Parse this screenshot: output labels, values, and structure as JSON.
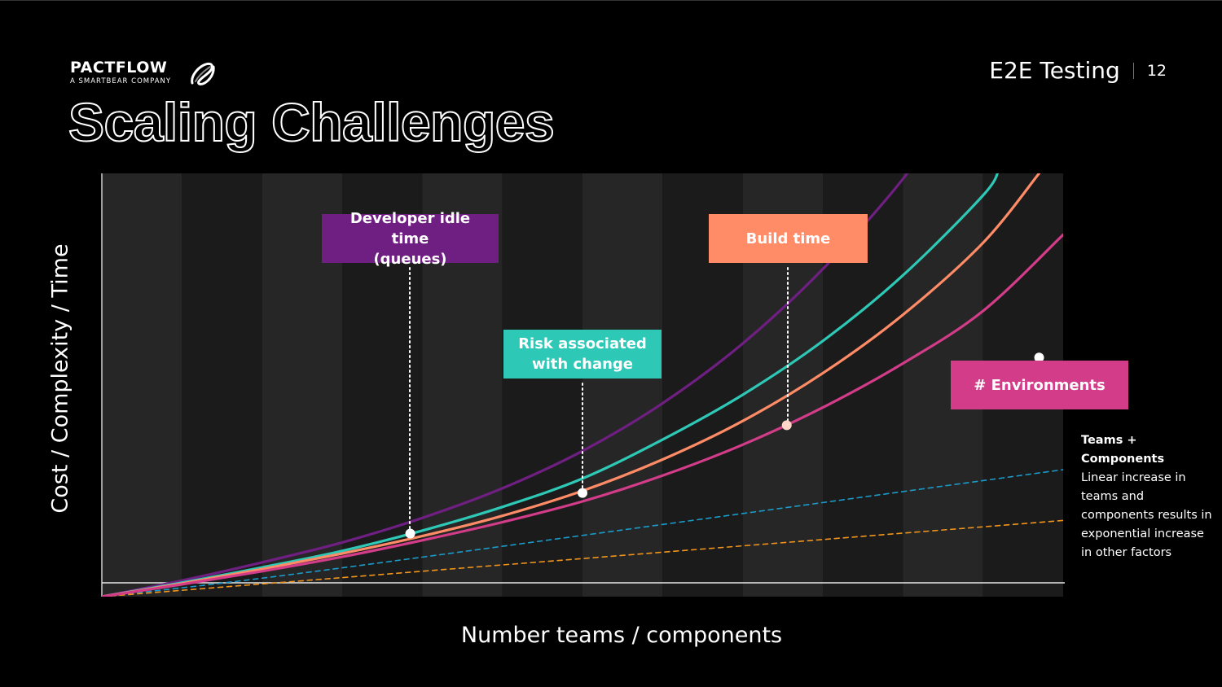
{
  "brand": {
    "name": "PACTFLOW",
    "subtitle": "A SMARTBEAR COMPANY"
  },
  "header": {
    "deck_title": "E2E Testing",
    "page_number": "12"
  },
  "slide_title": "Scaling Challenges",
  "colors": {
    "background": "#000000",
    "developer_idle": "#6f1f82",
    "risk": "#2ec9b6",
    "build": "#ff8c66",
    "environments": "#d23c88",
    "teams_dashed": "#1a9bc9",
    "components_dashed": "#f0941c"
  },
  "chart_data": {
    "type": "line",
    "xlabel": "Number teams / components",
    "ylabel": "Cost / Complexity / Time",
    "xlim": [
      0,
      12
    ],
    "ylim": [
      0,
      100
    ],
    "grid": "alternating vertical bands",
    "series": [
      {
        "name": "Developer idle time (queues)",
        "color": "#6f1f82",
        "style": "solid",
        "x": [
          0,
          1,
          2,
          3,
          4,
          5,
          6,
          7,
          8,
          9,
          10,
          10.6
        ],
        "y": [
          0,
          3.8,
          8.1,
          12.8,
          18.6,
          25.6,
          34.4,
          45.7,
          59.8,
          77.4,
          98.7,
          116
        ]
      },
      {
        "name": "Risk associated with change",
        "color": "#2ec9b6",
        "style": "solid",
        "x": [
          0,
          1,
          2,
          3,
          4,
          5,
          6,
          7,
          8,
          9,
          10,
          11,
          11.2
        ],
        "y": [
          0,
          3.3,
          6.9,
          10.8,
          15.6,
          21.2,
          27.9,
          37.1,
          47.7,
          60.4,
          75.9,
          94.8,
          101
        ]
      },
      {
        "name": "Build time",
        "color": "#ff8c66",
        "style": "solid",
        "x": [
          0,
          1,
          2,
          3,
          4,
          5,
          6,
          7,
          8,
          9,
          10,
          11,
          11.7
        ],
        "y": [
          0,
          3.1,
          6.5,
          10.2,
          14.3,
          19.1,
          25.0,
          32.4,
          41.5,
          52.8,
          66.6,
          83.6,
          100
        ]
      },
      {
        "name": "# Environments",
        "color": "#d23c88",
        "style": "solid",
        "x": [
          0,
          1,
          2,
          3,
          4,
          5,
          6,
          7,
          8,
          9,
          10,
          11,
          12
        ],
        "y": [
          0,
          2.9,
          6.0,
          9.4,
          13.3,
          17.6,
          22.5,
          28.6,
          35.9,
          44.7,
          55.1,
          67.5,
          85.5
        ]
      },
      {
        "name": "Teams",
        "color": "#1a9bc9",
        "style": "dashed",
        "x": [
          0,
          3,
          12
        ],
        "y": [
          0,
          6.8,
          30.0
        ]
      },
      {
        "name": "Components",
        "color": "#f0941c",
        "style": "dashed",
        "x": [
          0,
          12
        ],
        "y": [
          0,
          18.0
        ]
      }
    ],
    "callouts": [
      {
        "label": "Developer idle time\n(queues)",
        "series": 0,
        "point": [
          3.85,
          14.9
        ],
        "color": "#6f1f82"
      },
      {
        "label": "Risk associated\nwith change",
        "series": 1,
        "point": [
          6.0,
          24.5
        ],
        "color": "#2ec9b6"
      },
      {
        "label": "Build time",
        "series": 2,
        "point": [
          8.55,
          40.5
        ],
        "color": "#ff8c66"
      },
      {
        "label": "# Environments",
        "series": 3,
        "point": [
          11.7,
          56.5
        ],
        "color": "#d23c88"
      }
    ],
    "annotation": {
      "title": "Teams + Components",
      "text": "Linear increase in teams and components results in exponential increase in other factors"
    }
  }
}
